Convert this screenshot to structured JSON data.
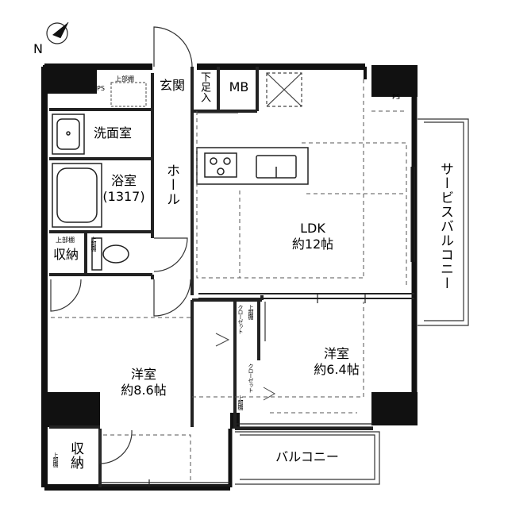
{
  "compass": {
    "label": "N",
    "icon": "north-arrow-icon"
  },
  "rooms": {
    "genkan": "玄関",
    "ashi_ire": "下足入",
    "mb": "MB",
    "ps_left": "PS",
    "ps_right": "PS",
    "senmen": "洗面室",
    "yokushitsu": "浴室",
    "yokushitsu_size": "(1317)",
    "hall": "ホール",
    "ldk": "LDK",
    "ldk_size": "約12帖",
    "service_balcony": "サービスバルコニー",
    "shuno_top": "収納",
    "jobu_dana": "上部棚",
    "yoshitsu_left": "洋室",
    "yoshitsu_left_size": "約8.6帖",
    "yoshitsu_right": "洋室",
    "yoshitsu_right_size": "約6.4帖",
    "closet": "クローゼット",
    "shuno_bottom": "収納",
    "balcony": "バルコニー"
  },
  "colors": {
    "wall": "#111111",
    "line": "#222222",
    "dashed": "#555555"
  }
}
